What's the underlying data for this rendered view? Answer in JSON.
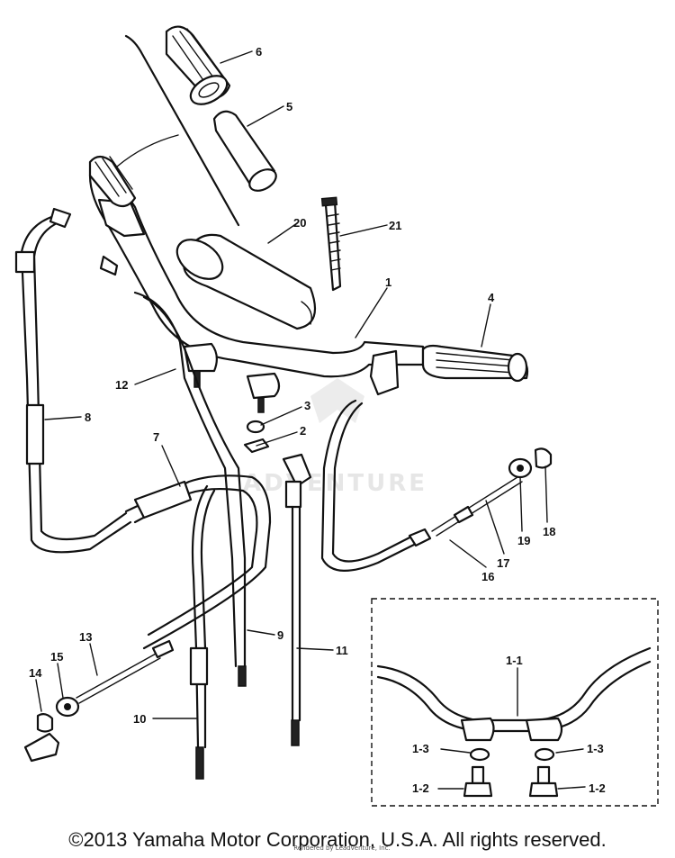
{
  "diagram": {
    "watermark": "ADVENTURE",
    "callouts": [
      "6",
      "5",
      "20",
      "21",
      "1",
      "4",
      "12",
      "3",
      "2",
      "8",
      "7",
      "19",
      "18",
      "17",
      "16",
      "9",
      "11",
      "13",
      "15",
      "14",
      "10"
    ],
    "inset_callouts": [
      "1-1",
      "1-3",
      "1-3",
      "1-2",
      "1-2"
    ]
  },
  "footer": {
    "copyright": "©2013 Yamaha Motor Corporation, U.S.A. All rights reserved.",
    "credit": "Rendered by Leadventure, Inc."
  }
}
